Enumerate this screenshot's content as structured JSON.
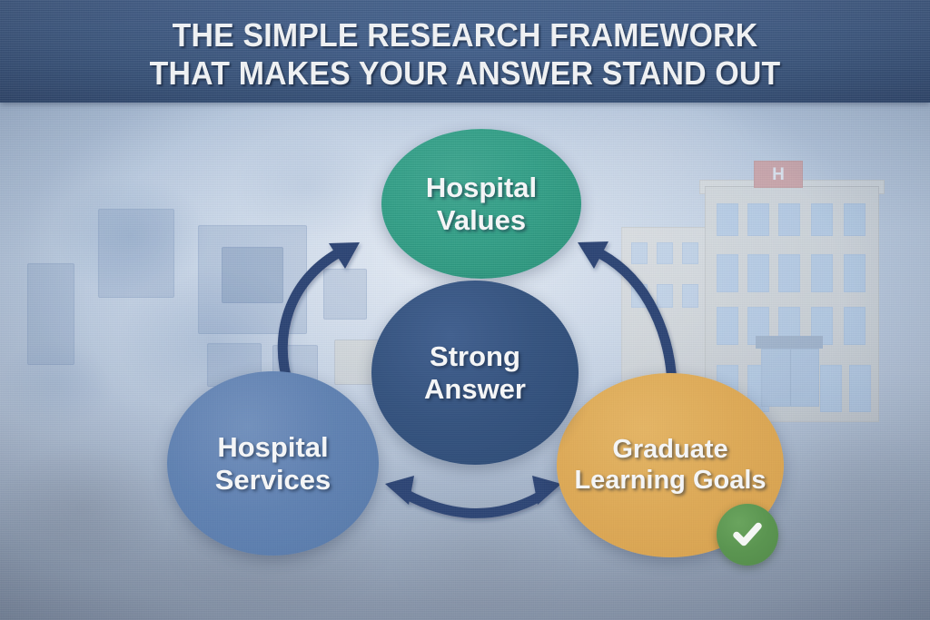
{
  "title": {
    "line1": "THE SIMPLE RESEARCH FRAMEWORK",
    "line2": "THAT MAKES YOUR ANSWER STAND OUT"
  },
  "diagram": {
    "center": {
      "label": "Strong Answer",
      "line1": "Strong",
      "line2": "Answer",
      "color": "#35537f"
    },
    "nodes": [
      {
        "id": "hospital-values",
        "label": "Hospital Values",
        "line1": "Hospital",
        "line2": "Values",
        "color": "#2f9e85",
        "position": "top"
      },
      {
        "id": "hospital-services",
        "label": "Hospital Services",
        "line1": "Hospital",
        "line2": "Services",
        "color": "#5c7fb1",
        "position": "bottom-left"
      },
      {
        "id": "graduate-learning-goals",
        "label": "Graduate Learning Goals",
        "line1": "Graduate",
        "line2": "Learning Goals",
        "color": "#e0a951",
        "position": "bottom-right"
      }
    ],
    "connectors": [
      {
        "id": "services-to-values",
        "style": "double-headed-curved-arrow",
        "color": "#2c4372"
      },
      {
        "id": "values-to-goals",
        "style": "double-headed-curved-arrow",
        "color": "#2c4372"
      },
      {
        "id": "goals-to-services",
        "style": "double-headed-curved-arrow",
        "color": "#2c4372"
      }
    ],
    "badge": {
      "id": "check-badge",
      "icon": "check-icon",
      "color": "#5b9551"
    }
  },
  "illustration": {
    "building": {
      "name": "hospital-building",
      "sign_text": "H",
      "sign_color": "#d9776a"
    }
  },
  "colors": {
    "title_band": "#36527c",
    "background": "#b9c6d8",
    "accent_teal": "#2f9e85",
    "accent_blue": "#5c7fb1",
    "accent_gold": "#e0a951",
    "accent_navy": "#35537f",
    "accent_green": "#5b9551"
  }
}
